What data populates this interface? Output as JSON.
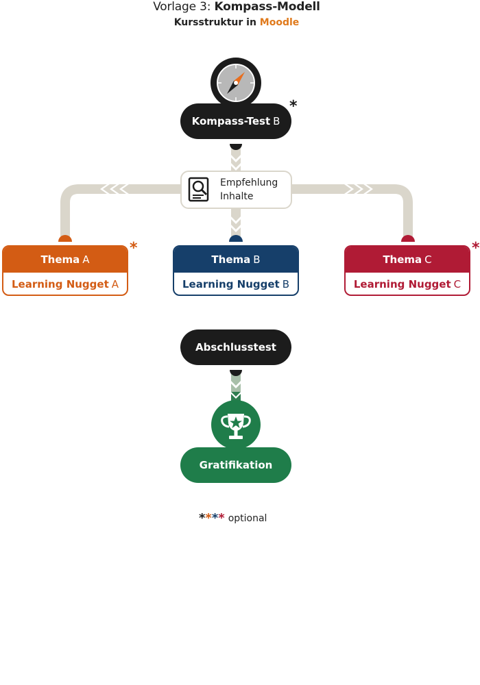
{
  "header": {
    "title_prefix": "Vorlage 3:",
    "title_main": "Kompass-Modell",
    "subtitle_prefix": "Kursstruktur in",
    "subtitle_accent": "Moodle"
  },
  "colors": {
    "dark": "#1c1c1c",
    "orange": "#d35c14",
    "blue": "#163f6a",
    "red": "#b01b35",
    "green": "#1f7d4a",
    "connector": "#dad6cb",
    "title_accent": "#e07a1c"
  },
  "compass_test": {
    "label": "Kompass-Test",
    "variant": "B",
    "star": "*",
    "icon": "compass-icon"
  },
  "recommendation": {
    "line1": "Empfehlung",
    "line2": "Inhalte",
    "icon": "search-document-icon"
  },
  "topics": [
    {
      "title": "Thema",
      "letter": "A",
      "nugget": "Learning Nugget",
      "nugget_letter": "A",
      "star": "*"
    },
    {
      "title": "Thema",
      "letter": "B",
      "nugget": "Learning Nugget",
      "nugget_letter": "B",
      "star": ""
    },
    {
      "title": "Thema",
      "letter": "C",
      "nugget": "Learning Nugget",
      "nugget_letter": "C",
      "star": "*"
    }
  ],
  "final_test": {
    "label": "Abschlusstest"
  },
  "reward": {
    "label": "Gratifikation",
    "icon": "trophy-icon"
  },
  "legend": {
    "stars": [
      "*",
      "*",
      "*",
      "*"
    ],
    "label": "optional"
  }
}
